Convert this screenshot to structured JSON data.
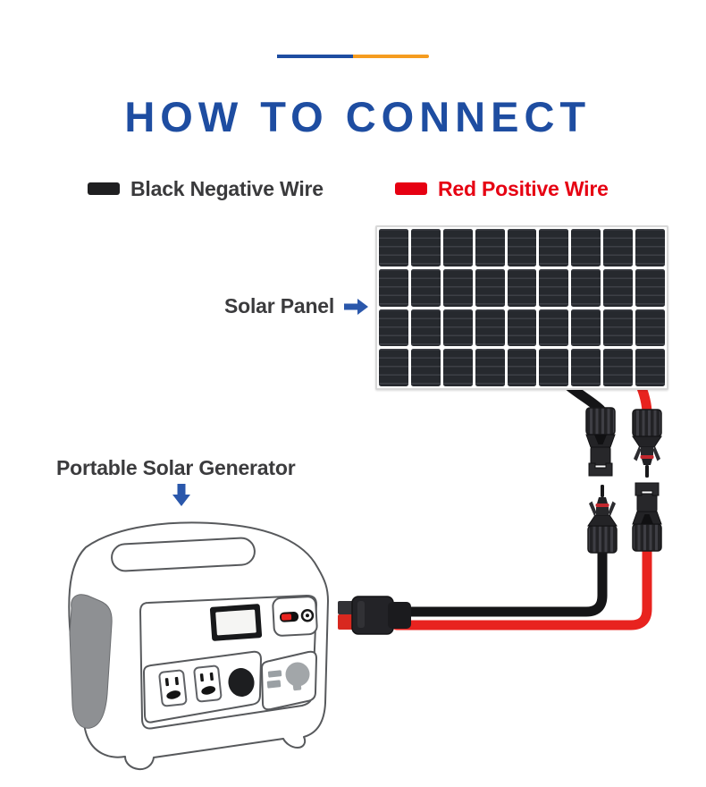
{
  "theme": {
    "background": "#ffffff",
    "title_color": "#1e4da1",
    "divider_left_color": "#1e4da1",
    "divider_right_color": "#f59c1f",
    "arrow_color": "#2a57ab",
    "label_color": "#3b3b3d"
  },
  "header": {
    "title": "HOW TO CONNECT"
  },
  "legend": {
    "negative": {
      "label": "Black Negative Wire",
      "swatch_color": "#1f1f21",
      "text_color": "#3a3a3c"
    },
    "positive": {
      "label": "Red Positive Wire",
      "swatch_color": "#e60012",
      "text_color": "#e60012"
    }
  },
  "annotations": {
    "solar_panel": {
      "label": "Solar Panel"
    },
    "generator": {
      "label": "Portable Solar Generator"
    }
  },
  "illustration": {
    "solar_panel_grid": {
      "rows": 4,
      "columns": 9,
      "cell_color": "#26292e",
      "stripe_color": "#3d4046",
      "frame_color": "#d8d8d8"
    },
    "wires": {
      "negative_color": "#151517",
      "positive_color": "#e8231f"
    }
  }
}
